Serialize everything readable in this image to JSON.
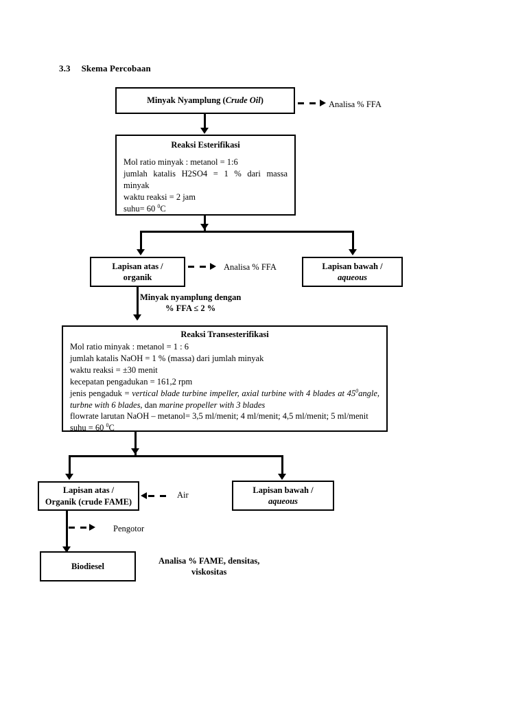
{
  "document": {
    "heading_number": "3.3",
    "heading_title": "Skema Percobaan"
  },
  "diagram": {
    "type": "process-flowchart",
    "nodes": {
      "crude_oil": {
        "title_main": "Minyak Nyamplung (",
        "title_italic": "Crude Oil",
        "title_tail": ")"
      },
      "esterifikasi": {
        "title": "Reaksi Esterifikasi",
        "lines": [
          "Mol ratio minyak : metanol = 1:6",
          "jumlah katalis H2SO4 = 1 % dari massa minyak",
          "waktu reaksi = 2 jam",
          "suhu= 60 °C"
        ],
        "line1": "Mol ratio minyak : metanol = 1:6",
        "line2": "jumlah katalis H2SO4 = 1 % dari massa minyak",
        "line3": "waktu reaksi = 2 jam",
        "line4_pre": "suhu= 60 ",
        "line4_sup": "0",
        "line4_post": "C"
      },
      "lapisan_atas_1": {
        "line1": "Lapisan atas /",
        "line2": "organik"
      },
      "lapisan_bawah_1": {
        "line1": "Lapisan bawah /",
        "line2": "aqueous"
      },
      "transesterifikasi": {
        "title": "Reaksi Transesterifikasi",
        "line1": "Mol ratio minyak : metanol = 1 : 6",
        "line2": "jumlah katalis NaOH = 1 % (massa) dari jumlah minyak",
        "line3": "waktu reaksi = ±30 menit",
        "line4": "kecepatan pengadukan = 161,2 rpm",
        "line5_pre": "jenis pengaduk =  ",
        "line5_ital1": "vertical blade turbine impeller, axial turbine with 4 blades at 45",
        "line5_sup": "0",
        "line5_ital2": "angle, turbne with 6 blades,",
        "line5_mid": " dan ",
        "line5_ital3": "marine propeller with 3 blades",
        "line6": "flowrate larutan NaOH – metanol= 3,5 ml/menit; 4 ml/menit; 4,5 ml/menit; 5 ml/menit",
        "line7_pre": "suhu = 60 ",
        "line7_sup": "0",
        "line7_post": "C"
      },
      "lapisan_atas_2": {
        "line1": "Lapisan atas /",
        "line2": "Organik (crude FAME)"
      },
      "lapisan_bawah_2": {
        "line1": "Lapisan bawah /",
        "line2": "aqueous"
      },
      "biodiesel": {
        "label": "Biodiesel"
      }
    },
    "annotations": {
      "analisa_ffa_top": "Analisa % FFA",
      "analisa_ffa_mid": "Analisa % FFA",
      "minyak_ffa_line1": "Minyak nyamplung dengan",
      "minyak_ffa_line2": "% FFA ≤ 2 %",
      "air": "Air",
      "pengotor": "Pengotor",
      "analisa_fame_line1": "Analisa % FAME, densitas,",
      "analisa_fame_line2": "viskositas"
    },
    "colors": {
      "stroke": "#000000",
      "background": "#ffffff"
    }
  }
}
